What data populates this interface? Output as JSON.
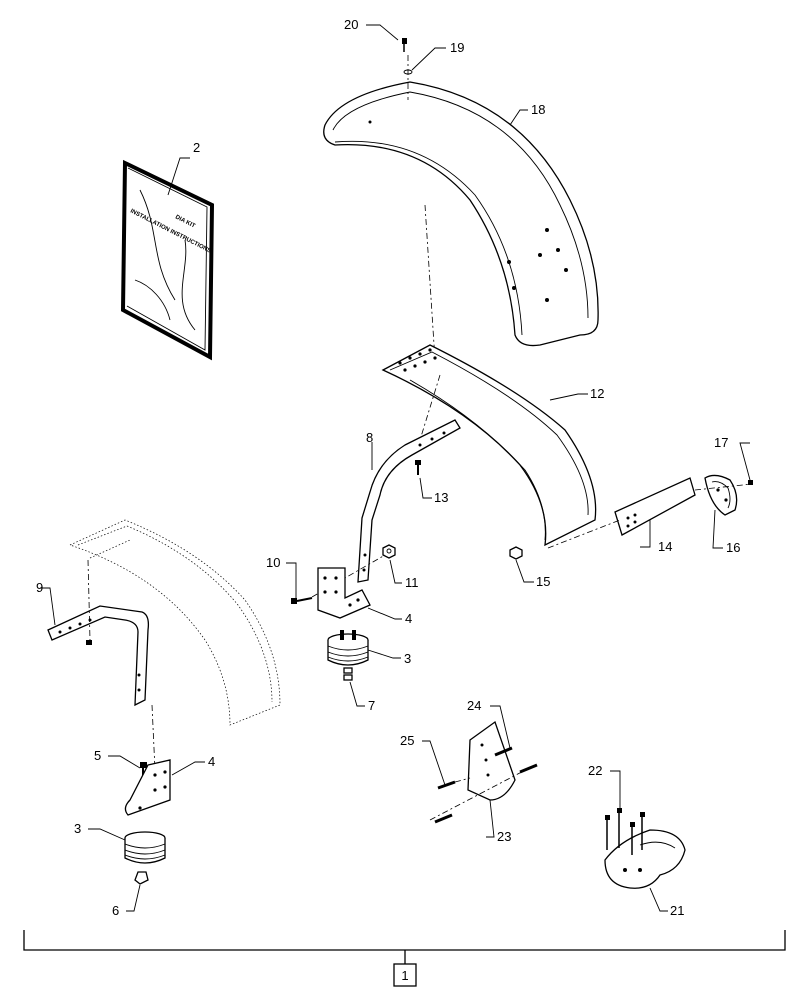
{
  "callouts": {
    "c1": "1",
    "c2": "2",
    "c3a": "3",
    "c3b": "3",
    "c4a": "4",
    "c4b": "4",
    "c5": "5",
    "c6": "6",
    "c7": "7",
    "c8": "8",
    "c9": "9",
    "c10": "10",
    "c11": "11",
    "c12": "12",
    "c13": "13",
    "c14": "14",
    "c15": "15",
    "c16": "16",
    "c17": "17",
    "c18": "18",
    "c19": "19",
    "c20": "20",
    "c21": "21",
    "c22": "22",
    "c23": "23",
    "c24": "24",
    "c25": "25"
  },
  "booklet": {
    "line1": "DIA KIT",
    "line2": "INSTALLATION INSTRUCTIONS"
  }
}
